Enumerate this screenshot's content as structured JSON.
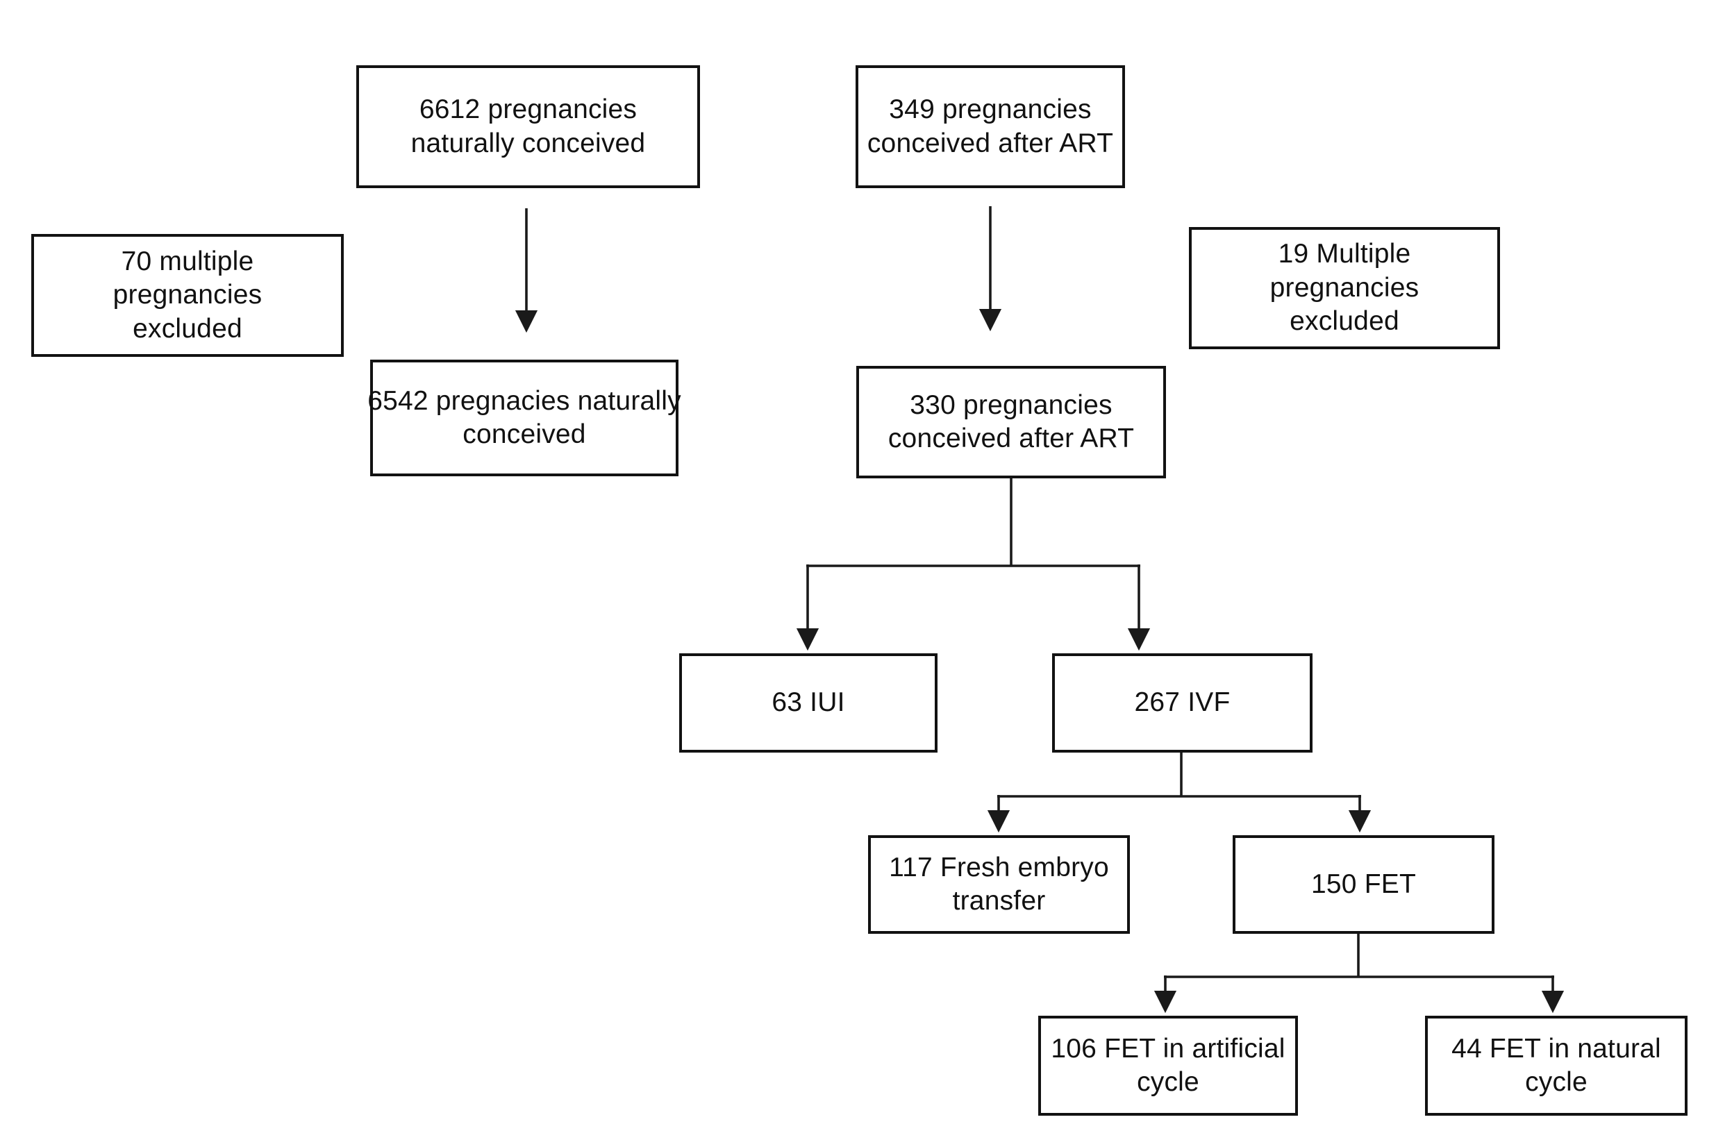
{
  "flowchart": {
    "background_color": "#ffffff",
    "box_border_color": "#121212",
    "line_color": "#1a1a1a",
    "text_color": "#111111",
    "nodes": [
      {
        "id": "naturally-conceived-initial",
        "count": 6612,
        "lines": [
          "6612 pregnancies",
          "naturally conceived"
        ]
      },
      {
        "id": "art-conceived-initial",
        "count": 349,
        "lines": [
          "349 pregnancies",
          "conceived after ART"
        ]
      },
      {
        "id": "excluded-natural",
        "count": 70,
        "lines": [
          "70 multiple",
          "pregnancies",
          "excluded"
        ]
      },
      {
        "id": "excluded-art",
        "count": 19,
        "lines": [
          "19 Multiple",
          "pregnancies",
          "excluded"
        ]
      },
      {
        "id": "naturally-conceived-final",
        "count": 6542,
        "lines": [
          "6542 pregnacies naturally",
          "conceived"
        ]
      },
      {
        "id": "art-conceived-final",
        "count": 330,
        "lines": [
          "330 pregnancies",
          "conceived after ART"
        ]
      },
      {
        "id": "iui",
        "count": 63,
        "lines": [
          "63 IUI"
        ]
      },
      {
        "id": "ivf",
        "count": 267,
        "lines": [
          "267 IVF"
        ]
      },
      {
        "id": "fresh-embryo-transfer",
        "count": 117,
        "lines": [
          "117 Fresh embryo",
          "transfer"
        ]
      },
      {
        "id": "fet",
        "count": 150,
        "lines": [
          "150 FET"
        ]
      },
      {
        "id": "fet-artificial-cycle",
        "count": 106,
        "lines": [
          "106 FET in artificial",
          "cycle"
        ]
      },
      {
        "id": "fet-natural-cycle",
        "count": 44,
        "lines": [
          "44 FET in natural",
          "cycle"
        ]
      }
    ],
    "edges": [
      {
        "from": "naturally-conceived-initial",
        "to": "naturally-conceived-final",
        "type": "arrow"
      },
      {
        "from": "art-conceived-initial",
        "to": "art-conceived-final",
        "type": "arrow"
      },
      {
        "from": "art-conceived-final",
        "to": "iui",
        "type": "branch-arrow"
      },
      {
        "from": "art-conceived-final",
        "to": "ivf",
        "type": "branch-arrow"
      },
      {
        "from": "ivf",
        "to": "fresh-embryo-transfer",
        "type": "branch-arrow"
      },
      {
        "from": "ivf",
        "to": "fet",
        "type": "branch-arrow"
      },
      {
        "from": "fet",
        "to": "fet-artificial-cycle",
        "type": "branch-arrow"
      },
      {
        "from": "fet",
        "to": "fet-natural-cycle",
        "type": "branch-arrow"
      }
    ]
  }
}
